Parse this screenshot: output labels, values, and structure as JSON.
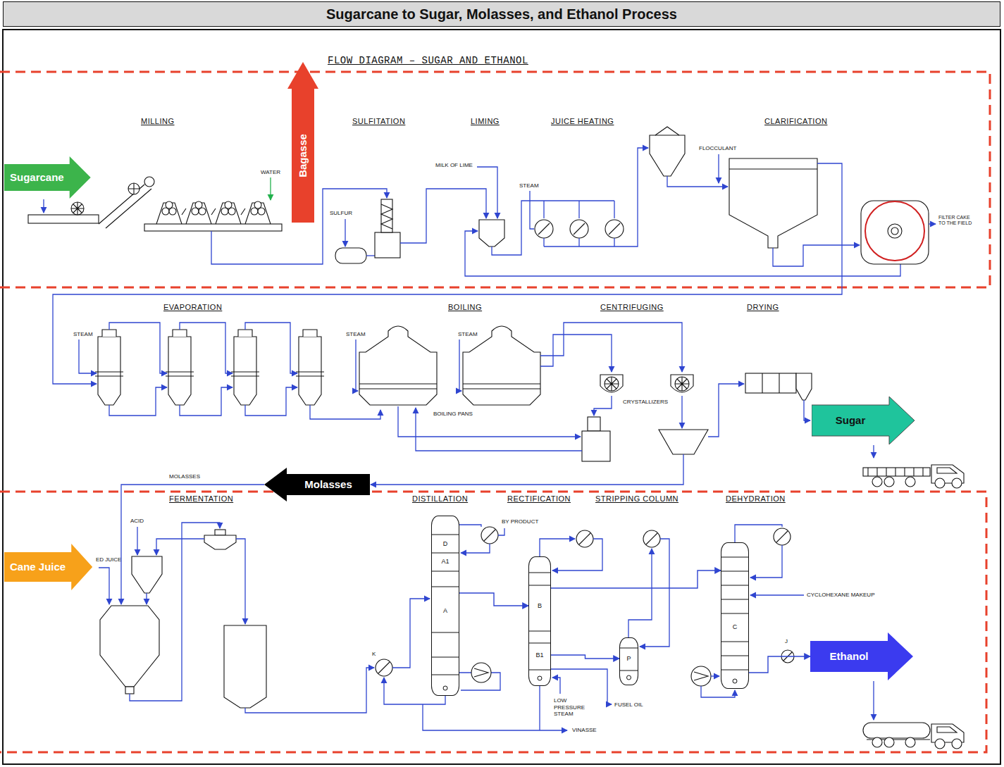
{
  "diagram": {
    "title": "Sugarcane to Sugar, Molasses, and Ethanol Process",
    "nodes": [
      {
        "text": [
          "Sugarcane"
        ]
      },
      {
        "text": [
          "Bagasse"
        ]
      },
      {
        "text": [
          "Sugar"
        ]
      },
      {
        "text": [
          "Molasses"
        ]
      },
      {
        "text": [
          "Cane Juice"
        ]
      },
      {
        "text": [
          "D",
          "A1",
          "A"
        ]
      },
      {
        "text": [
          "B",
          "B1"
        ]
      },
      {
        "text": [
          "P"
        ]
      },
      {
        "text": [
          "C"
        ]
      },
      {
        "text": [
          "Ethanol"
        ]
      }
    ],
    "edges": [
      {
        "from": 5,
        "to": 6,
        "arrow": "to"
      },
      {
        "from": 6,
        "to": 7,
        "arrow": "to"
      },
      {
        "from": 6,
        "to": 8,
        "arrow": "to"
      },
      {
        "from": 8,
        "to": 9,
        "arrow": "to"
      }
    ],
    "labels": [
      "FLOW DIAGRAM – SUGAR AND ETHANOL",
      "MILLING",
      "WATER",
      "SULFITATION",
      "SULFUR",
      "LIMING",
      "MILK OF LIME",
      "JUICE HEATING",
      "STEAM",
      "CLARIFICATION",
      "FLOCCULANT",
      "FILTER CAKE TO THE FIELD",
      "EVAPORATION",
      "STEAM",
      "BOILING",
      "STEAM",
      "STEAM",
      "BOILING PANS",
      "CENTRIFUGING",
      "CRYSTALLIZERS",
      "DRYING",
      "MOLASSES",
      "FERMENTATION",
      "ACID",
      "ED JUICE",
      "DISTILLATION",
      "BY PRODUCT",
      "RECTIFICATION",
      "STRIPPING COLUMN",
      "DEHYDRATION",
      "CYCLOHEXANE MAKEUP",
      "K",
      "J",
      "LOW PRESSURE STEAM",
      "FUSEL OIL",
      "VINASSE"
    ]
  }
}
